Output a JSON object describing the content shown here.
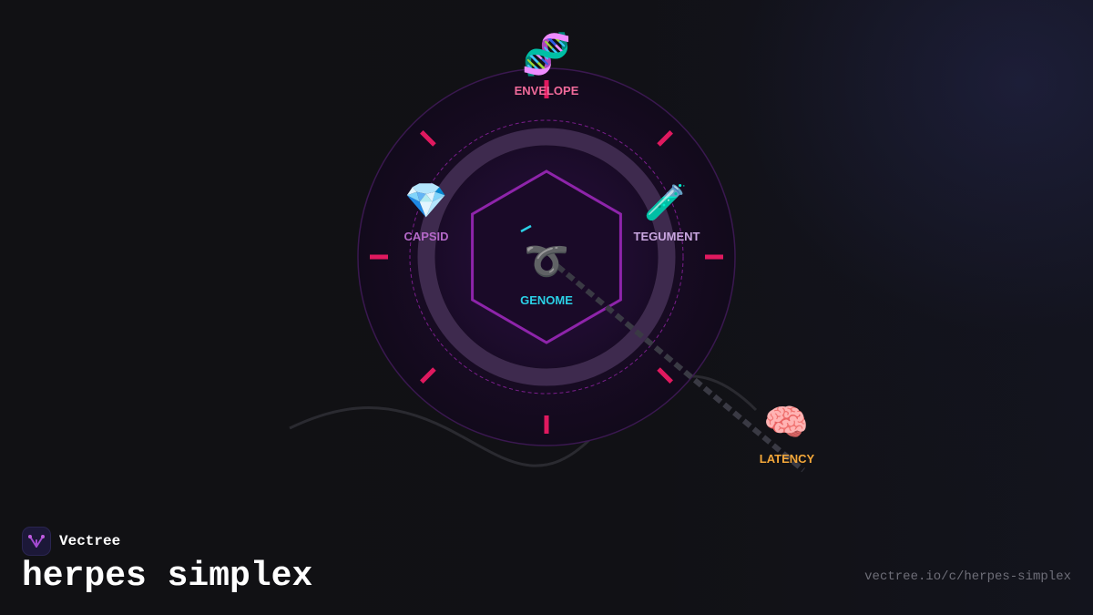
{
  "diagram": {
    "title": "herpes simplex",
    "nodes": {
      "envelope": {
        "label": "ENVELOPE",
        "icon": "dna-icon",
        "color": "#f06a9a"
      },
      "capsid": {
        "label": "CAPSID",
        "icon": "gem-icon",
        "color": "#b468c8"
      },
      "tegument": {
        "label": "TEGUMENT",
        "icon": "test-tube-icon",
        "color": "#c9a6e0"
      },
      "genome": {
        "label": "GENOME",
        "icon": "loop-icon",
        "color": "#2bd0e6"
      },
      "latency": {
        "label": "LATENCY",
        "icon": "brain-icon",
        "color": "#f5a83a"
      }
    },
    "colors": {
      "hexagon": "#8e24aa",
      "spikes": "#e0195f",
      "dashed_link": "#3a3a44"
    }
  },
  "brand": {
    "name": "Vectree",
    "logo_icon": "vectree-logo-icon"
  },
  "footer": {
    "url": "vectree.io/c/herpes-simplex"
  }
}
